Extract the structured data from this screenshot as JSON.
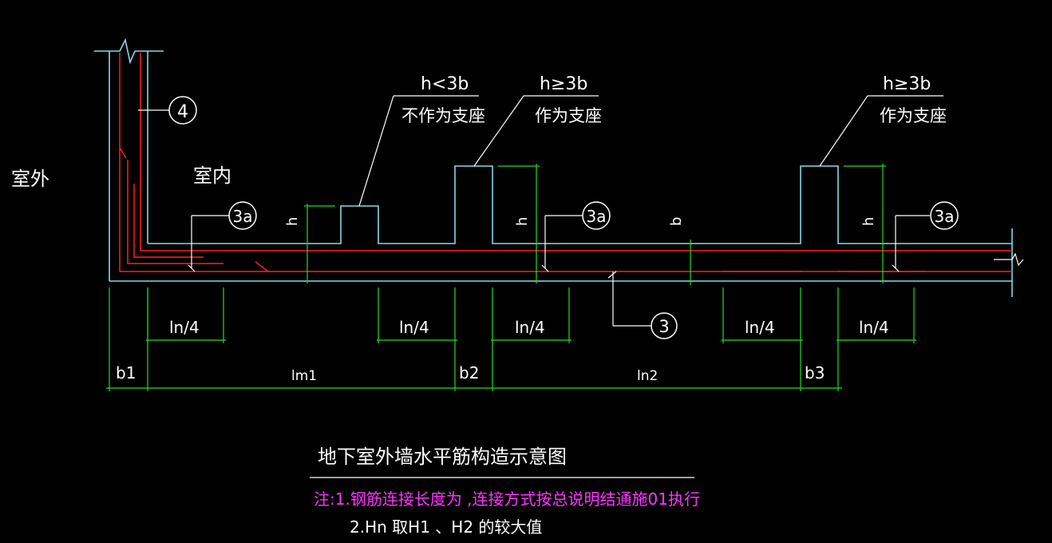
{
  "labels": {
    "outdoor": "室外",
    "indoor": "室内",
    "h_lt_3b": "h<3b",
    "not_support": "不作为支座",
    "h_ge_3b_1": "h≥3b",
    "as_support_1": "作为支座",
    "h_ge_3b_2": "h≥3b",
    "as_support_2": "作为支座",
    "h1": "h",
    "h2": "h",
    "h3": "h",
    "b_mid": "b"
  },
  "bubbles": {
    "b4": "4",
    "b3a_1": "3a",
    "b3a_2": "3a",
    "b3a_3": "3a",
    "b3": "3"
  },
  "dimensions": {
    "ln4_1": "ln/4",
    "ln4_2": "ln/4",
    "ln4_3": "ln/4",
    "ln4_4": "ln/4",
    "ln4_5": "ln/4",
    "b1": "b1",
    "lm1": "lm1",
    "b2": "b2",
    "ln2": "ln2",
    "b3": "b3"
  },
  "title": "地下室外墙水平筋构造示意图",
  "notes": {
    "note1": "注:1.钢筋连接长度为   ,连接方式按总说明结通施01执行",
    "note2": "2.Hn 取H1 、H2  的较大值"
  }
}
